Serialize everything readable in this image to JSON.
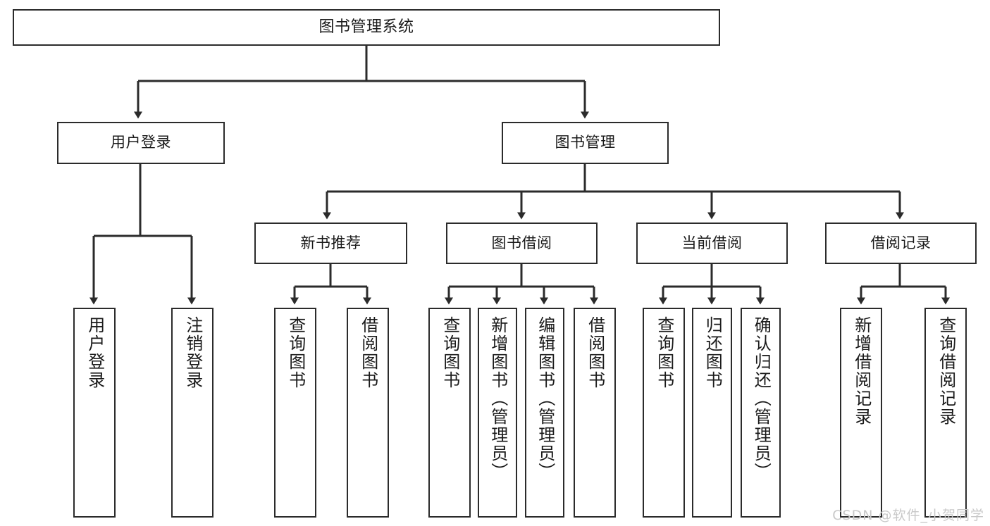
{
  "diagram": {
    "type": "tree",
    "title": "图书管理系统",
    "orientation": "top-down",
    "colors": {
      "background": "#ffffff",
      "box_border": "#2b2b2b",
      "box_fill": "#ffffff",
      "connector": "#2b2b2b",
      "text": "#1a1a1a",
      "watermark": "#c9c9c9"
    },
    "nodes": {
      "root": {
        "label": "图书管理系统"
      },
      "level2": [
        {
          "id": "user-login",
          "label": "用户登录"
        },
        {
          "id": "book-management",
          "label": "图书管理"
        }
      ],
      "level3": [
        {
          "id": "new-book-recommend",
          "label": "新书推荐"
        },
        {
          "id": "book-borrow",
          "label": "图书借阅"
        },
        {
          "id": "current-borrow",
          "label": "当前借阅"
        },
        {
          "id": "borrow-record",
          "label": "借阅记录"
        }
      ],
      "leaves": {
        "user_login": [
          {
            "id": "leaf-user-login",
            "label": "用户登录"
          },
          {
            "id": "leaf-logout",
            "label": "注销登录"
          }
        ],
        "new_book_recommend": [
          {
            "id": "leaf-query-book-1",
            "label": "查询图书"
          },
          {
            "id": "leaf-borrow-book-1",
            "label": "借阅图书"
          }
        ],
        "book_borrow": [
          {
            "id": "leaf-query-book-2",
            "label": "查询图书"
          },
          {
            "id": "leaf-add-book",
            "label": "新增图书（管理员）"
          },
          {
            "id": "leaf-edit-book",
            "label": "编辑图书（管理员）"
          },
          {
            "id": "leaf-borrow-book-2",
            "label": "借阅图书"
          }
        ],
        "current_borrow": [
          {
            "id": "leaf-query-book-3",
            "label": "查询图书"
          },
          {
            "id": "leaf-return-book",
            "label": "归还图书"
          },
          {
            "id": "leaf-confirm-return",
            "label": "确认归还（管理员）"
          }
        ],
        "borrow_record": [
          {
            "id": "leaf-add-record",
            "label": "新增借阅记录"
          },
          {
            "id": "leaf-query-record",
            "label": "查询借阅记录"
          }
        ]
      }
    },
    "watermark": "CSDN @软件_小贺同学"
  }
}
